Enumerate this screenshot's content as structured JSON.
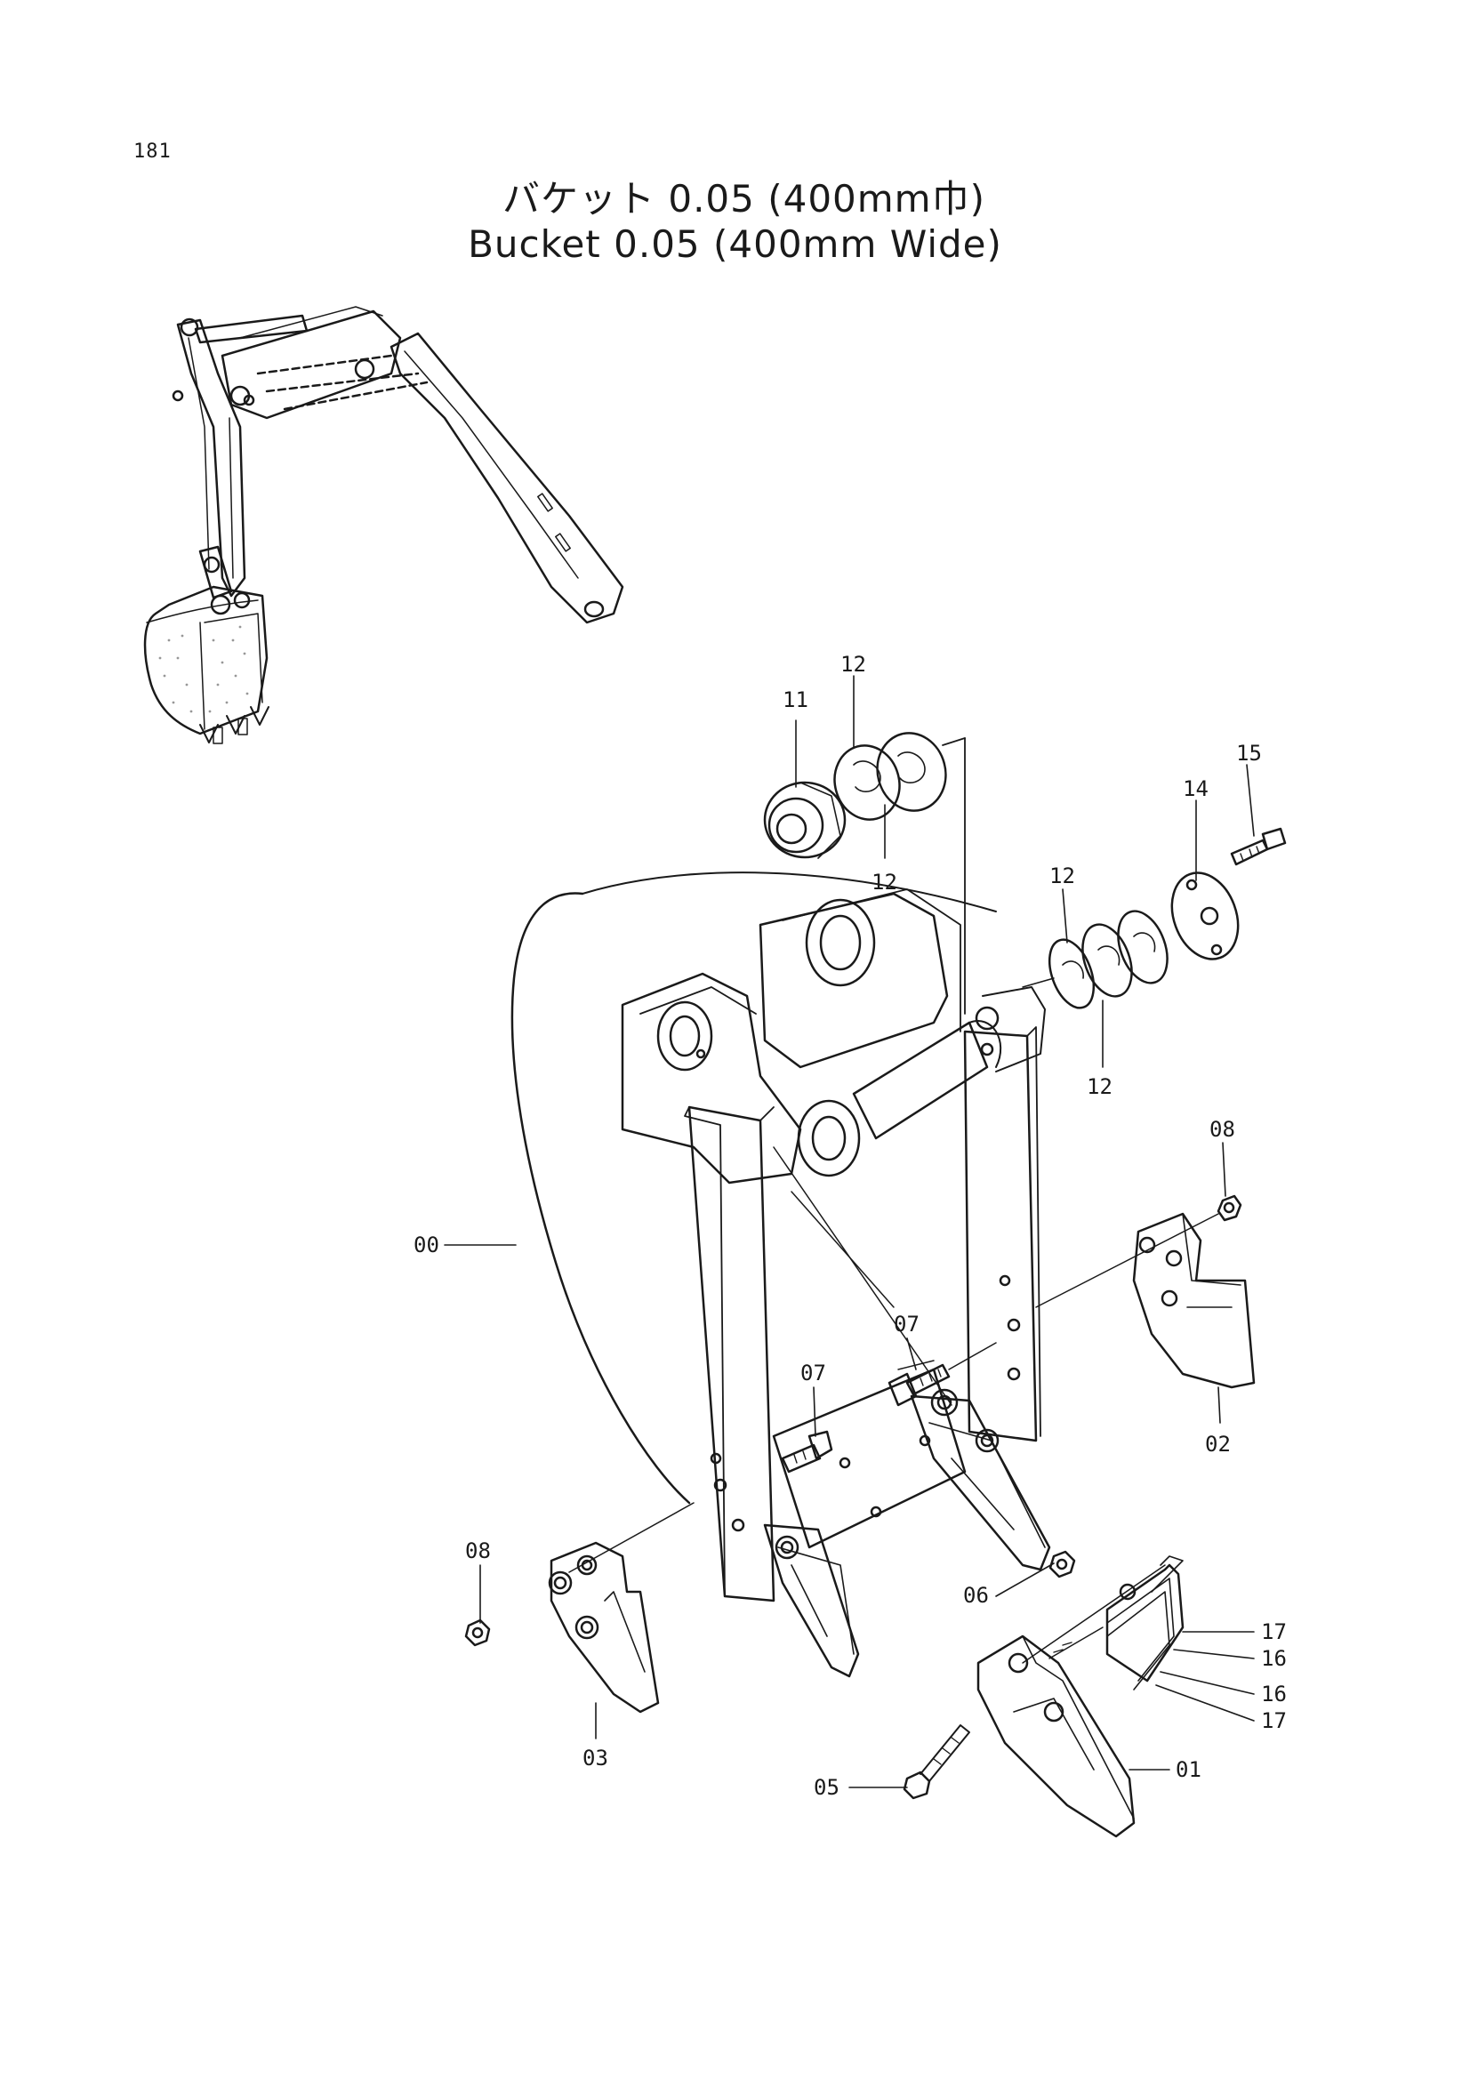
{
  "page": {
    "number": "181"
  },
  "title": {
    "japanese": "バケット 0.05 (400mm巾)",
    "english": "Bucket 0.05 (400mm Wide)"
  },
  "callouts": {
    "c00": "00",
    "c01": "01",
    "c02": "02",
    "c03": "03",
    "c05": "05",
    "c06": "06",
    "c07a": "07",
    "c07b": "07",
    "c08a": "08",
    "c08b": "08",
    "c11": "11",
    "c12a": "12",
    "c12b": "12",
    "c12c": "12",
    "c12d": "12",
    "c14": "14",
    "c15": "15",
    "c16a": "16",
    "c16b": "16",
    "c17a": "17",
    "c17b": "17"
  },
  "colors": {
    "ink": "#1a1a1a",
    "paper": "#ffffff"
  }
}
